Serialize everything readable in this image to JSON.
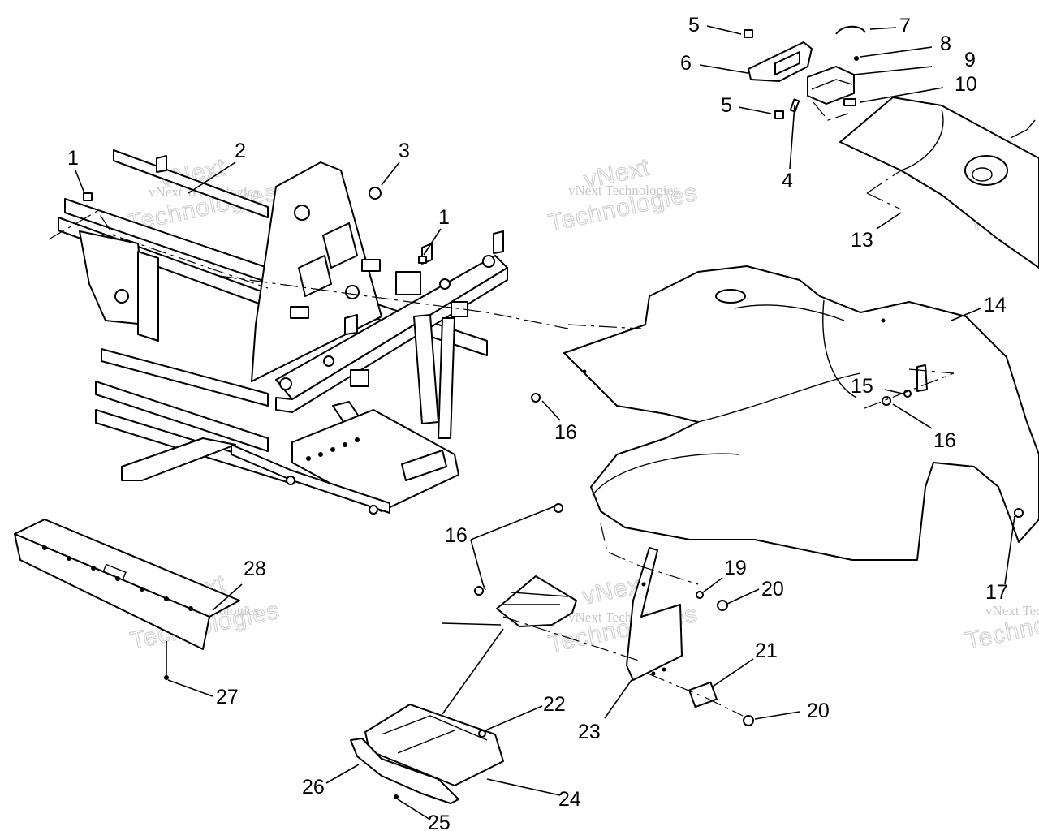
{
  "watermark": {
    "company": "vNext Technologies",
    "brand": "vNext",
    "word": "Technologies"
  },
  "callouts": [
    {
      "id": "c1a",
      "text": "1"
    },
    {
      "id": "c2",
      "text": "2"
    },
    {
      "id": "c3",
      "text": "3"
    },
    {
      "id": "c1b",
      "text": "1"
    },
    {
      "id": "c5a",
      "text": "5"
    },
    {
      "id": "c6",
      "text": "6"
    },
    {
      "id": "c5b",
      "text": "5"
    },
    {
      "id": "c4",
      "text": "4"
    },
    {
      "id": "c7",
      "text": "7"
    },
    {
      "id": "c8",
      "text": "8"
    },
    {
      "id": "c9",
      "text": "9"
    },
    {
      "id": "c10",
      "text": "10"
    },
    {
      "id": "c13",
      "text": "13"
    },
    {
      "id": "c14",
      "text": "14"
    },
    {
      "id": "c15",
      "text": "15"
    },
    {
      "id": "c16a",
      "text": "16"
    },
    {
      "id": "c16b",
      "text": "16"
    },
    {
      "id": "c16c",
      "text": "16"
    },
    {
      "id": "c17",
      "text": "17"
    },
    {
      "id": "c19",
      "text": "19"
    },
    {
      "id": "c20a",
      "text": "20"
    },
    {
      "id": "c20b",
      "text": "20"
    },
    {
      "id": "c21",
      "text": "21"
    },
    {
      "id": "c22",
      "text": "22"
    },
    {
      "id": "c23",
      "text": "23"
    },
    {
      "id": "c24",
      "text": "24"
    },
    {
      "id": "c25",
      "text": "25"
    },
    {
      "id": "c26",
      "text": "26"
    },
    {
      "id": "c27",
      "text": "27"
    },
    {
      "id": "c28",
      "text": "28"
    }
  ]
}
